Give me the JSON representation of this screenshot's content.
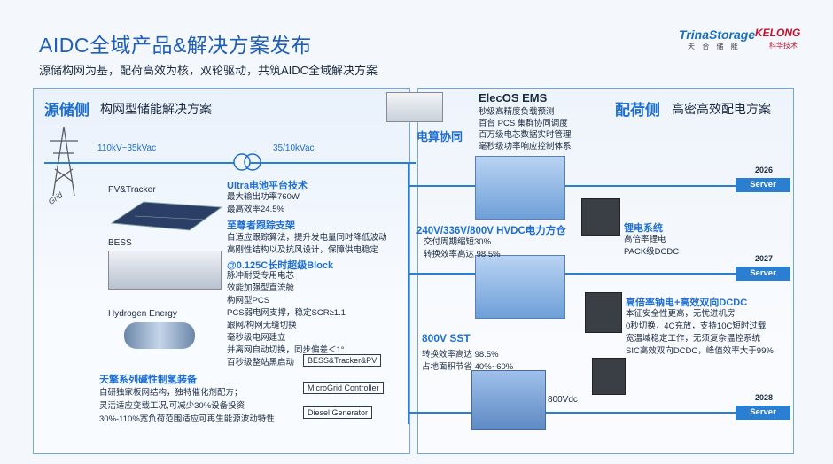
{
  "header": {
    "title": "AIDC全域产品&解决方案发布",
    "subtitle": "源储构网为基，配荷高效为核，双轮驱动，共筑AIDC全域解决方案",
    "logo_trina": "TrinaStorage",
    "logo_trina_sub": "天 合 储 能",
    "logo_kelong": "KELONG",
    "logo_kelong_sub": "科华技术"
  },
  "left": {
    "head_blue": "源储侧",
    "head_dark": "构网型储能解决方案",
    "v_high": "110kV~35kVac",
    "v_mid": "35/10kVac",
    "grid": "Grid",
    "pv": "PV&Tracker",
    "bess": "BESS",
    "hydrogen": "Hydrogen Energy",
    "ultra_title": "Ultra电池平台技术",
    "ultra_lines": [
      "最大输出功率760W",
      "最高效率24.5%"
    ],
    "track_title": "至尊者跟踪支架",
    "track_lines": [
      "自适应跟踪算法，提升发电量同时降低波动",
      "高刚性结构以及抗风设计，保障供电稳定"
    ],
    "block_title": "@0.125C长时超级Block",
    "block_lines": [
      "脉冲耐受专用电芯",
      "效能加强型直流舱",
      "构网型PCS",
      "PCS弱电网支撑，稳定SCR≥1.1",
      "跟网/构网无缝切换",
      "毫秒级电网建立",
      "并离网自动切换，同步偏差＜1°",
      "百秒级整站黑启动"
    ],
    "h2_title": "天擎系列碱性制氢装备",
    "h2_lines": [
      "自研独家板网结构，独特催化剂配方；",
      "灵活适应变载工况,可减少30%设备投资",
      "30%-110%宽负荷范围适应可再生能源波动特性"
    ],
    "box1": "BESS&Tracker&PV",
    "box2": "MicroGrid Controller",
    "box3": "Diesel Generator"
  },
  "right": {
    "head_blue": "配荷侧",
    "head_dark": "高密高效配电方案",
    "ems_title": "ElecOS EMS",
    "ems_lines": [
      "秒级高精度负载预测",
      "百台 PCS 集群协同调度",
      "百万级电芯数据实时管理",
      "毫秒级功率响应控制体系"
    ],
    "edge": "电算协同",
    "hvdc_title": "240V/336V/800V HVDC电力方仓",
    "hvdc_lines": [
      "交付周期缩短30%",
      "转换效率高达 98.5%"
    ],
    "li_title": "锂电系统",
    "li_lines": [
      "高倍率锂电",
      "PACK级DCDC"
    ],
    "na_title": "高倍率钠电+高效双向DCDC",
    "na_lines": [
      "本征安全性更高，无忧进机房",
      "0秒切换，4C充放，支持10C短时过载",
      "宽温域稳定工作，无须复杂温控系统",
      "SIC高效双向DCDC，峰值效率大于99%"
    ],
    "sst_title": "800V SST",
    "sst_lines": [
      "转换效率高达 98.5%",
      "占地面积节省  40%~60%"
    ],
    "vdc": "800Vdc",
    "servers": [
      {
        "year": "2026",
        "label": "Server"
      },
      {
        "year": "2027",
        "label": "Server"
      },
      {
        "year": "2028",
        "label": "Server"
      }
    ]
  },
  "colors": {
    "accent": "#1f6fd0",
    "server": "#2a7fd0",
    "border": "#6fa8e0"
  }
}
